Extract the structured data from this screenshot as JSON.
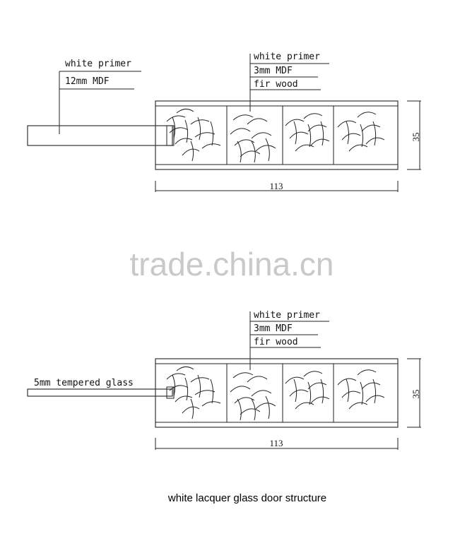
{
  "diagrams": {
    "top": {
      "left_labels": [
        "white primer",
        "12mm MDF"
      ],
      "stack_labels": [
        "white primer",
        "3mm MDF",
        "fir wood"
      ],
      "dim_height": "35",
      "dim_width": "113"
    },
    "bottom": {
      "left_labels": [
        "5mm tempered glass"
      ],
      "stack_labels": [
        "white primer",
        "3mm MDF",
        "fir wood"
      ],
      "dim_height": "35",
      "dim_width": "113"
    }
  },
  "watermark": "trade.china.cn",
  "caption": "white lacquer glass door structure"
}
